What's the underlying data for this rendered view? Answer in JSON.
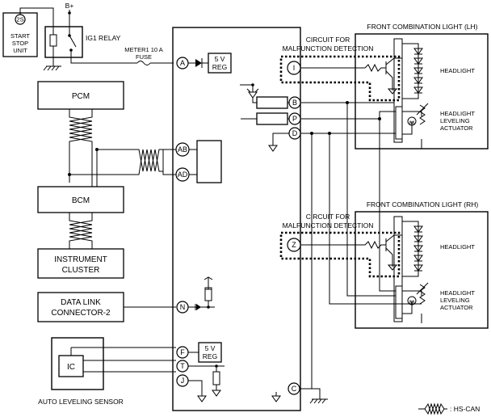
{
  "left": {
    "start_stop_pin": "2S",
    "start_stop_1": "START",
    "start_stop_2": "STOP",
    "start_stop_3": "UNIT",
    "bplus": "B+",
    "relay_label": "IG1 RELAY",
    "fuse_1": "METER1 10 A",
    "fuse_2": "FUSE",
    "pcm": "PCM",
    "bcm": "BCM",
    "ic_1": "INSTRUMENT",
    "ic_2": "CLUSTER",
    "dlc_1": "DATA LINK",
    "dlc_2": "CONNECTOR-2",
    "ic_chip": "IC",
    "sensor": "AUTO LEVELING SENSOR"
  },
  "center": {
    "reg_1": "5 V",
    "reg_2": "REG"
  },
  "pins": {
    "a": "A",
    "ab": "AB",
    "ad": "AD",
    "n": "N",
    "f": "F",
    "t": "T",
    "j": "J",
    "c": "C",
    "b": "B",
    "p": "P",
    "d": "D",
    "i": "I",
    "z": "Z"
  },
  "right": {
    "lh_title": "FRONT COMBINATION LIGHT (LH)",
    "rh_title": "FRONT COMBINATION LIGHT (RH)",
    "mal_1": "CIRCUIT FOR",
    "mal_2": "MALFUNCTION DETECTION",
    "headlight": "HEADLIGHT",
    "act_1": "HEADLIGHT",
    "act_2": "LEVELING",
    "act_3": "ACTUATOR"
  },
  "legend": {
    "hs_can": ": HS-CAN"
  }
}
